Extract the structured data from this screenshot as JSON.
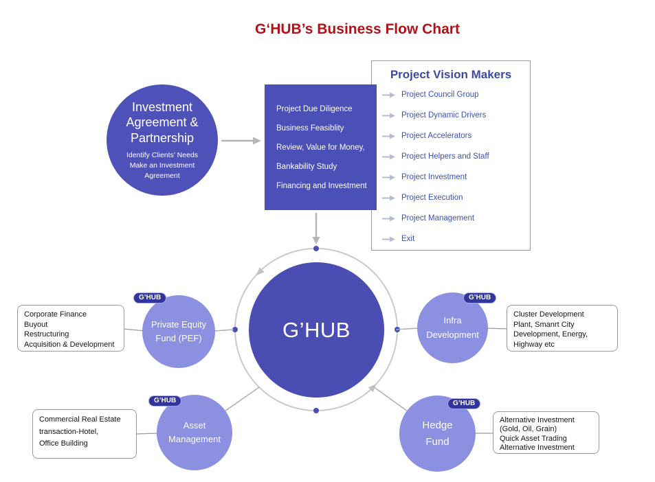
{
  "title": "G‘HUB’s Business Flow Chart",
  "colors": {
    "title_red": "#b11217",
    "primary_purple": "#4a4eb5",
    "light_purple": "#8b90e1",
    "badge_bg": "#32359a",
    "panel_text_blue": "#3c50b2",
    "arrow_gray": "#bdbdbd"
  },
  "investment_circle": {
    "heading_lines": [
      "Investment",
      "Agreement &",
      "Partnership"
    ],
    "sub_lines": [
      "Identify Clients’ Needs",
      "Make an Investment",
      "Agreement"
    ]
  },
  "process_box": {
    "lines": [
      "Project Due Diligence",
      "Business Feasiblity",
      "Review, Value for Money,",
      "Bankability Study",
      "Financing and Investment"
    ]
  },
  "vision_panel": {
    "title": "Project Vision Makers",
    "items": [
      "Project Council Group",
      "Project Dynamic Drivers",
      "Project Accelerators",
      "Project Helpers and Staff",
      "Project Investment",
      "Project Execution",
      "Project Management",
      "Exit"
    ]
  },
  "hub": {
    "label": "G’HUB"
  },
  "badge_label": "G’HUB",
  "satellites": {
    "pef": {
      "lines": [
        "Private Equity",
        "Fund (PEF)"
      ]
    },
    "infra": {
      "lines": [
        "Infra",
        "Development"
      ]
    },
    "asset": {
      "lines": [
        "Asset",
        "Management"
      ]
    },
    "hedge": {
      "lines": [
        "Hedge",
        "Fund"
      ]
    }
  },
  "callouts": {
    "pef": {
      "lines": [
        "Corporate Finance",
        "Buyout",
        "Restructuring",
        "Acquisition & Development"
      ]
    },
    "asset": {
      "lines": [
        "Commercial Real Estate",
        "transaction-Hotel,",
        "Office Building"
      ]
    },
    "infra": {
      "lines": [
        "Cluster Development",
        "Plant, Smanrt City",
        "Development, Energy,",
        "Highway etc"
      ]
    },
    "hedge": {
      "lines": [
        "Alternative Investment",
        "(Gold, Oil, Grain)",
        "Quick Asset Trading",
        "Alternative Investment"
      ]
    }
  }
}
